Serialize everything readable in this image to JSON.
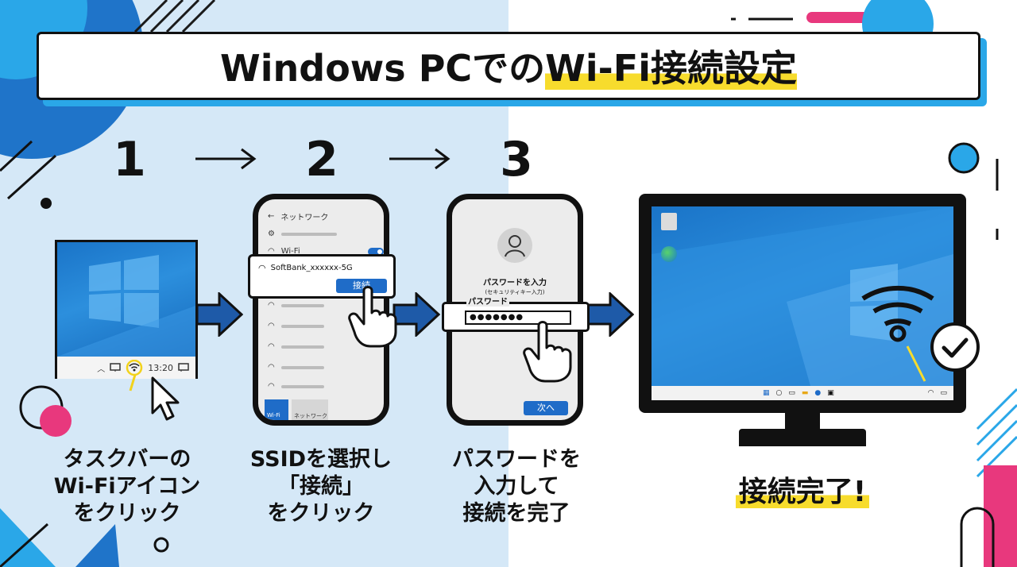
{
  "title": {
    "main": "Windows PCでの",
    "highlight": "Wi-Fi接続設定"
  },
  "steps": [
    {
      "number": "1",
      "caption": "タスクバーの\nWi-Fiアイコン\nをクリック",
      "taskbar_time": "13:20"
    },
    {
      "number": "2",
      "caption": "SSIDを選択し\n「接続」\nをクリック",
      "network_header": "ネットワーク",
      "wifi_label": "Wi-Fi",
      "ssid": "SoftBank_xxxxxx-5G",
      "connect_button": "接続",
      "tile_wifi": "Wi-Fi",
      "tile_network": "ネットワーク"
    },
    {
      "number": "3",
      "caption": "パスワードを\n入力して\n接続を完了",
      "prompt_title": "パスワードを入力",
      "prompt_sub": "(セキュリティキー入力)",
      "password_label": "パスワード",
      "password_value": "●●●●●●●",
      "next_button": "次へ"
    }
  ],
  "done_label": "接続完了!",
  "colors": {
    "accent": "#2aa7e8",
    "navy": "#1e5aa8",
    "pink": "#e8387d",
    "highlight": "#f7dc2d"
  }
}
